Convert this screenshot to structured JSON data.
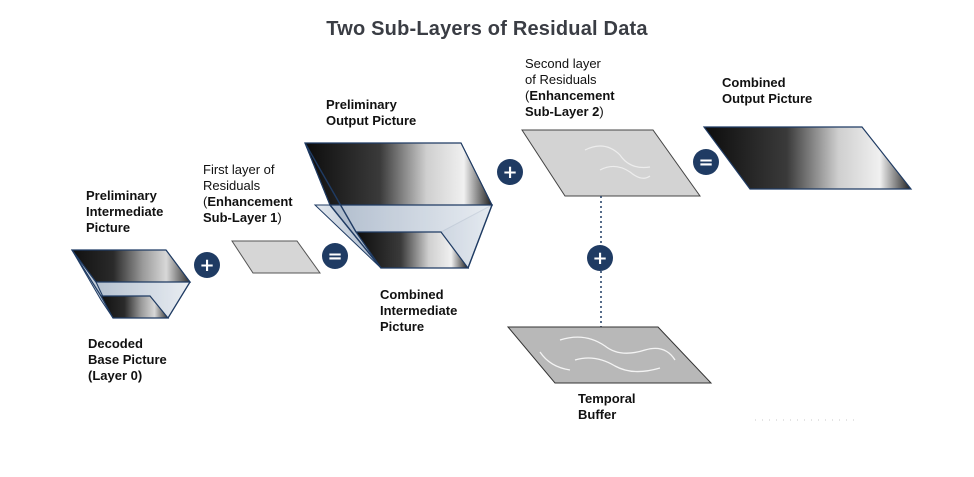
{
  "title": "Two Sub-Layers of Residual Data",
  "labels": {
    "prelim_intermediate": [
      "Preliminary",
      "Intermediate",
      "Picture"
    ],
    "decoded_base": [
      "Decoded",
      "Base Picture",
      "(Layer 0)"
    ],
    "first_layer": {
      "line1": "First layer of",
      "line2": "Residuals",
      "line3_open": "(",
      "line3_bold": "Enhancement",
      "line4_bold": "Sub-Layer 1",
      "line4_close": ")"
    },
    "prelim_output": [
      "Preliminary",
      "Output Picture"
    ],
    "combined_intermediate": [
      "Combined",
      "Intermediate",
      "Picture"
    ],
    "second_layer": {
      "line1": "Second layer",
      "line2": "of Residuals",
      "line3_open": "(",
      "line3_bold": "Enhancement",
      "line4_bold": "Sub-Layer 2",
      "line4_close": ")"
    },
    "combined_output": [
      "Combined",
      "Output Picture"
    ],
    "temporal_buffer": [
      "Temporal",
      "Buffer"
    ]
  },
  "operators": {
    "plus": "+",
    "equals": "="
  },
  "colors": {
    "operator_fill": "#1f3b63",
    "frame_edge": "#1f3b63",
    "residual_plane": "#d4d4d4",
    "picture_dark": "#141414",
    "title": "#3a3d44"
  },
  "icons": [
    "plus-operator-icon",
    "equals-operator-icon",
    "tiger-image-icon",
    "residual-plane-icon"
  ]
}
